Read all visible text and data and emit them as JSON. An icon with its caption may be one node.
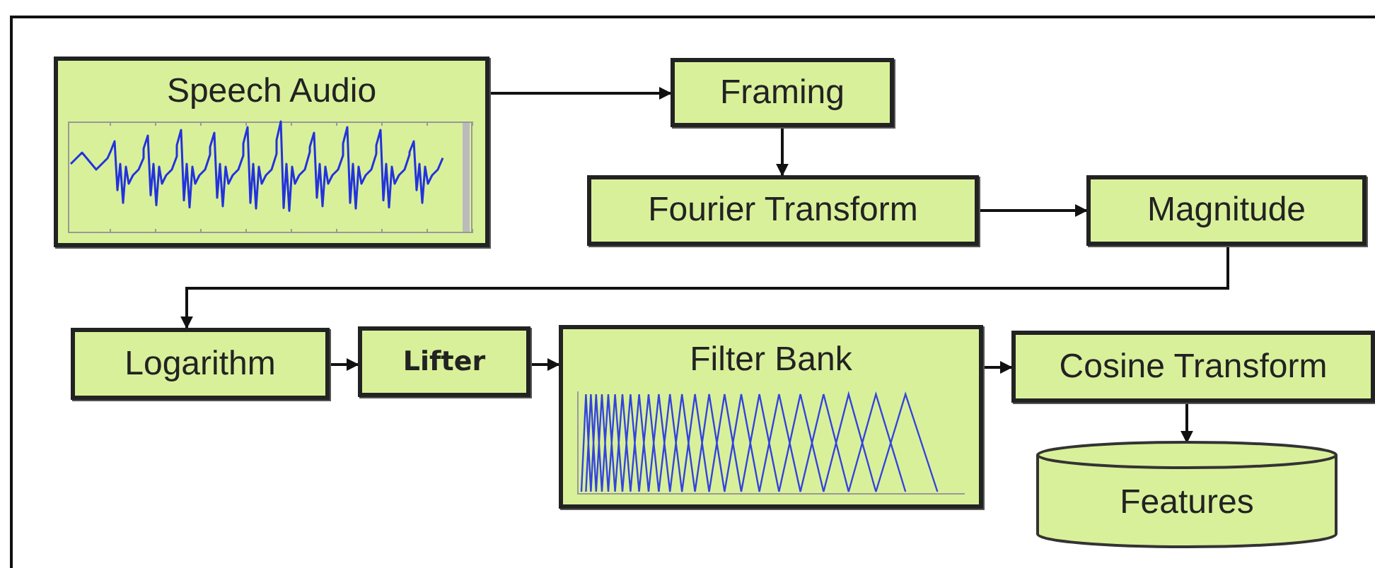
{
  "diagram": {
    "nodes": [
      {
        "text": [
          "Speech Audio"
        ]
      },
      {
        "text": [
          "Framing"
        ]
      },
      {
        "text": [
          "Fourier Transform"
        ]
      },
      {
        "text": [
          "Magnitude"
        ]
      },
      {
        "text": [
          "Logarithm"
        ]
      },
      {
        "text": [
          "Lifter"
        ]
      },
      {
        "text": [
          "Filter Bank"
        ]
      },
      {
        "text": [
          "Cosine Transform"
        ]
      },
      {
        "text": [
          "Features"
        ]
      }
    ],
    "edges": [
      {
        "from": 0,
        "to": 1,
        "arrow": "to"
      },
      {
        "from": 1,
        "to": 2,
        "arrow": "to"
      },
      {
        "from": 2,
        "to": 3,
        "arrow": "to"
      },
      {
        "from": 3,
        "to": 4,
        "arrow": "to"
      },
      {
        "from": 4,
        "to": 5,
        "arrow": "to"
      },
      {
        "from": 5,
        "to": 6,
        "arrow": "to"
      },
      {
        "from": 6,
        "to": 7,
        "arrow": "to"
      },
      {
        "from": 7,
        "to": 8,
        "arrow": "to"
      }
    ]
  }
}
